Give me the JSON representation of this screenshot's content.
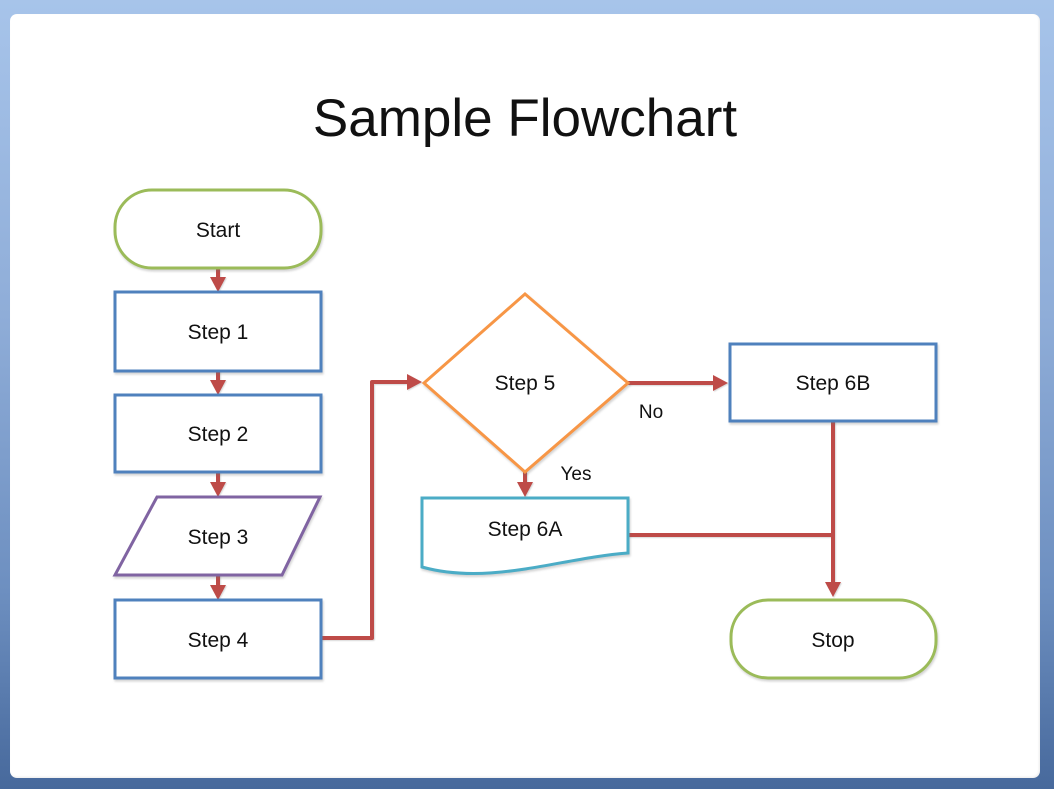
{
  "page": {
    "title": "Sample Flowchart"
  },
  "colors": {
    "terminator_green": "#9BBB59",
    "process_blue": "#4F81BD",
    "data_purple": "#8064A2",
    "decision_orange": "#F79646",
    "document_teal": "#4BACC6",
    "arrow_red": "#BE4B48",
    "frame_top_blue": "#A7C4EA",
    "frame_bottom_blue": "#47699C",
    "text": "#111111"
  },
  "nodes": [
    {
      "id": "start",
      "label": "Start",
      "shape": "terminator"
    },
    {
      "id": "step1",
      "label": "Step 1",
      "shape": "process"
    },
    {
      "id": "step2",
      "label": "Step 2",
      "shape": "process"
    },
    {
      "id": "step3",
      "label": "Step 3",
      "shape": "data-parallelogram"
    },
    {
      "id": "step4",
      "label": "Step 4",
      "shape": "process"
    },
    {
      "id": "step5",
      "label": "Step 5",
      "shape": "decision-diamond"
    },
    {
      "id": "step6a",
      "label": "Step 6A",
      "shape": "document"
    },
    {
      "id": "step6b",
      "label": "Step 6B",
      "shape": "process"
    },
    {
      "id": "stop",
      "label": "Stop",
      "shape": "terminator"
    }
  ],
  "edges": [
    {
      "from": "Start",
      "to": "Step 1"
    },
    {
      "from": "Step 1",
      "to": "Step 2"
    },
    {
      "from": "Step 2",
      "to": "Step 3"
    },
    {
      "from": "Step 3",
      "to": "Step 4"
    },
    {
      "from": "Step 4",
      "to": "Step 5"
    },
    {
      "from": "Step 5",
      "to": "Step 6B",
      "label": "No"
    },
    {
      "from": "Step 5",
      "to": "Step 6A",
      "label": "Yes"
    },
    {
      "from": "Step 6A",
      "to": "Stop"
    },
    {
      "from": "Step 6B",
      "to": "Stop"
    }
  ]
}
